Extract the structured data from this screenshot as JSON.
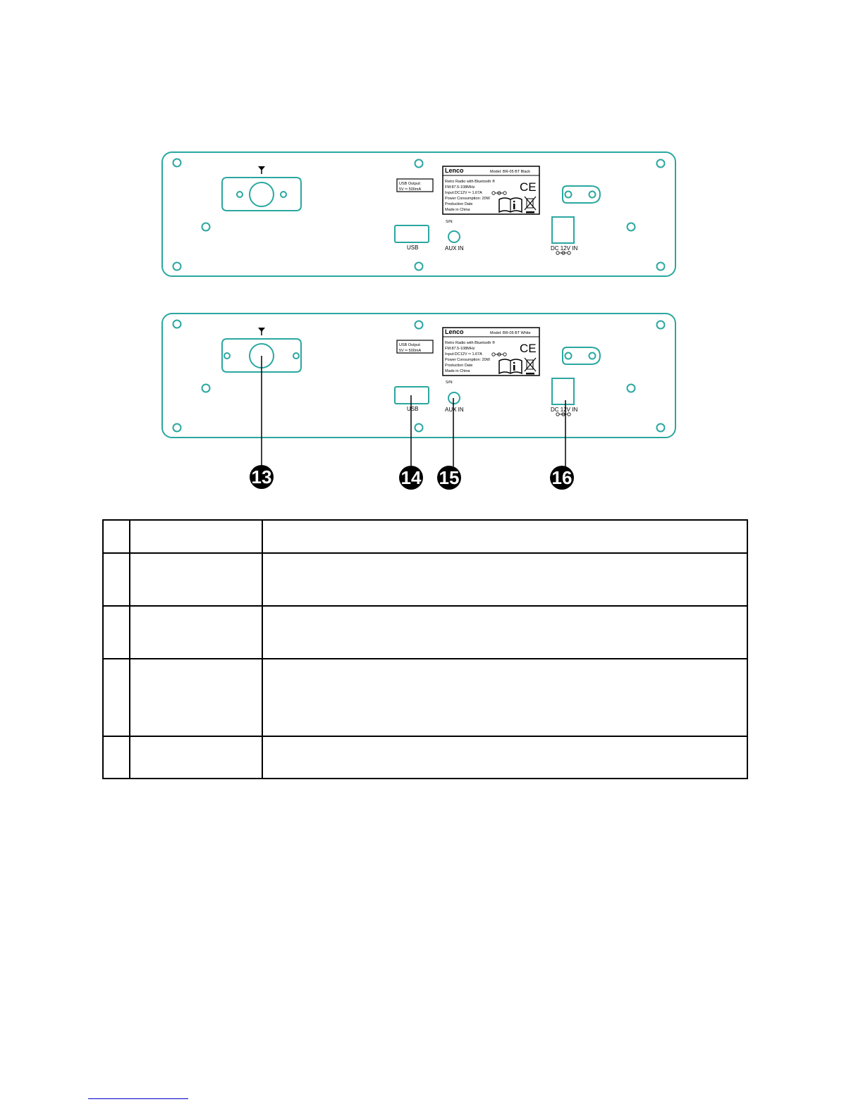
{
  "panels": [
    {
      "id": "black",
      "usb_output": [
        "USB Output:",
        "5V ═ 500mA"
      ],
      "rating_label": {
        "brand": "Lenco",
        "model": "Model: BR-05 BT Black",
        "lines": [
          "Retro Radio with Bluetooth ®",
          "FM:87.5-108MHz",
          "Input:DC12V ═ 1.67A",
          "Power Consumption: 20W",
          "Production Date",
          "Made in China"
        ],
        "ce_mark": "CE"
      },
      "sn_label": "S/N:",
      "usb_label": "USB",
      "aux_label": "AUX IN",
      "dc_label": "DC 12V IN"
    },
    {
      "id": "white",
      "usb_output": [
        "USB Output:",
        "5V ═ 500mA"
      ],
      "rating_label": {
        "brand": "Lenco",
        "model": "Model: BR-05 BT White",
        "lines": [
          "Retro Radio with Bluetooth ®",
          "FM:87.5-108MHz",
          "Input:DC12V ═ 1.67A",
          "Power Consumption: 20W",
          "Production Date",
          "Made in China"
        ],
        "ce_mark": "CE"
      },
      "sn_label": "S/N:",
      "usb_label": "USB",
      "aux_label": "AUX IN",
      "dc_label": "DC 12V IN"
    }
  ],
  "callouts": [
    "13",
    "14",
    "15",
    "16"
  ],
  "icons": [
    "antenna-icon",
    "manual-book-icon",
    "weee-bin-icon",
    "dc-polarity-icon"
  ],
  "colors": {
    "outline": "#2aa7a0",
    "callout_fill": "#000000"
  },
  "legend_table": {
    "rows": [
      [
        "",
        "",
        ""
      ],
      [
        "",
        "",
        ""
      ],
      [
        "",
        "",
        ""
      ],
      [
        "",
        "",
        ""
      ],
      [
        "",
        "",
        ""
      ]
    ]
  }
}
